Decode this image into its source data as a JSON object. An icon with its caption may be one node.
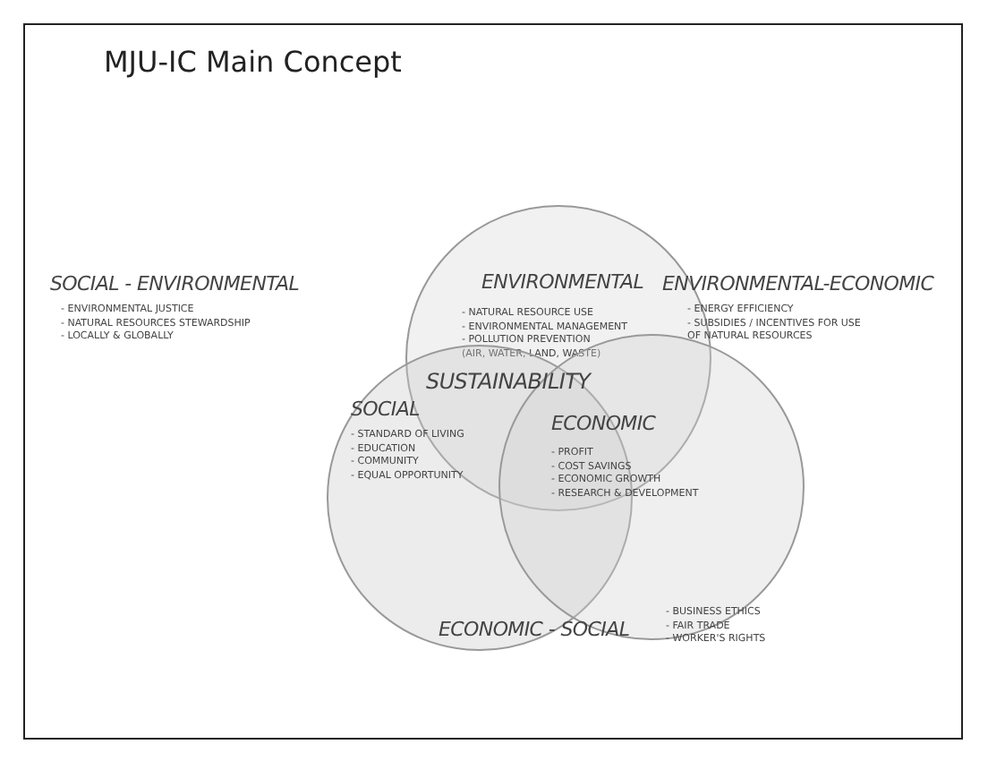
{
  "diagram": {
    "title": "MJU-IC Main Concept",
    "nodes": [
      {
        "text": [
          "ENVIRONMENTAL",
          "- NATURAL RESOURCE USE",
          "- ENVIRONMENTAL MANAGEMENT",
          "- POLLUTION PREVENTION",
          "(AIR, WATER, LAND, WASTE)"
        ]
      },
      {
        "text": [
          "SOCIAL",
          "- STANDARD OF LIVING",
          "- EDUCATION",
          "- COMMUNITY",
          "- EQUAL OPPORTUNITY"
        ]
      },
      {
        "text": [
          "ECONOMIC",
          "- PROFIT",
          "- COST SAVINGS",
          "- ECONOMIC GROWTH",
          "- RESEARCH & DEVELOPMENT"
        ]
      }
    ],
    "labels": [
      "SOCIAL - ENVIRONMENTAL",
      "- ENVIRONMENTAL JUSTICE",
      "- NATURAL RESOURCES STEWARDSHIP",
      "- LOCALLY & GLOBALLY",
      "ENVIRONMENTAL-ECONOMIC",
      "- ENERGY EFFICIENCY",
      "- SUBSIDIES / INCENTIVES FOR USE",
      "OF NATURAL RESOURCES",
      "SUSTAINABILITY",
      "ECONOMIC - SOCIAL",
      "- BUSINESS ETHICS",
      "- FAIR TRADE",
      "- WORKER'S RIGHTS"
    ]
  }
}
